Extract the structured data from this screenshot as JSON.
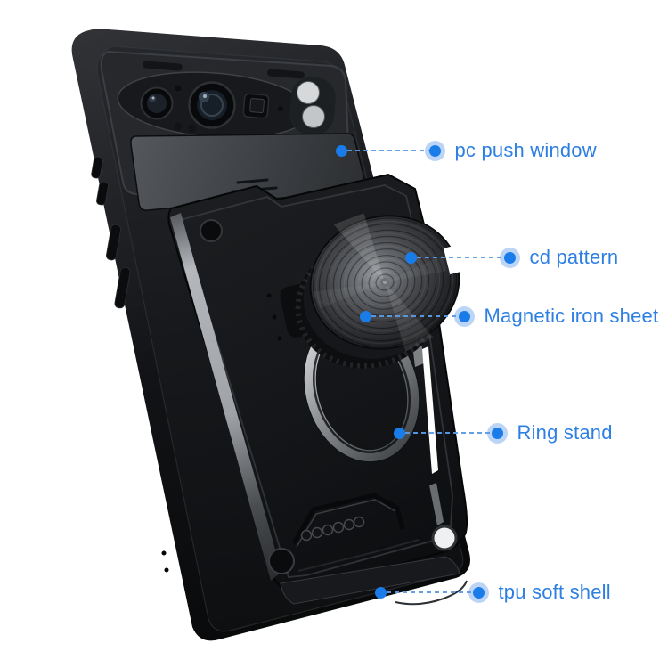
{
  "page": {
    "background": "#ffffff",
    "description": "black rugged phone case, back view tilted, with slide camera cover, CD-pattern magnetic disc and ring kickstand, annotated with five feature callouts"
  },
  "colors": {
    "background": "#ffffff",
    "accent-text": "#2d7fe2",
    "accent-dot": "#1a7ce9",
    "accent-halo": "rgba(80,145,235,0.38)",
    "accent-line": "#5b9ae6",
    "case-black": "#141518",
    "disc-silver": "#6f7276"
  },
  "callouts": [
    {
      "label": "pc push window"
    },
    {
      "label": "cd pattern"
    },
    {
      "label": "Magnetic iron sheet"
    },
    {
      "label": "Ring stand"
    },
    {
      "label": "tpu soft shell"
    }
  ]
}
